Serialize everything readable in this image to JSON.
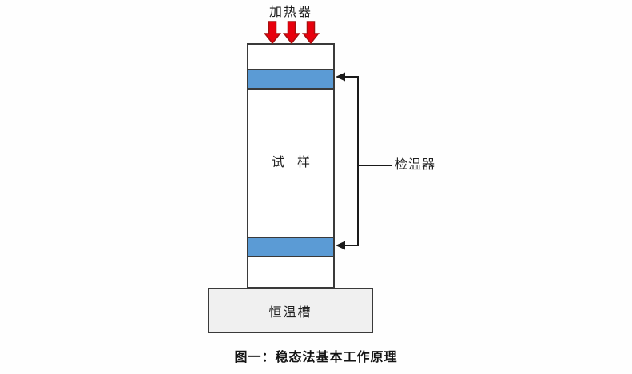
{
  "figure": {
    "heater_label": "加热器",
    "sample_label": "试　样",
    "detector_label": "检温器",
    "bath_label": "恒温槽",
    "caption": "图一：稳态法基本工作原理",
    "colors": {
      "band_blue": "#5b9bd5",
      "arrow_red": "#e8000d",
      "arrow_red_outline": "#a50f0f",
      "box_outline": "#3a3a3a",
      "bath_fill": "#f0f0f0",
      "connector_black": "#1a1a1a",
      "background": "#fefefe"
    }
  }
}
